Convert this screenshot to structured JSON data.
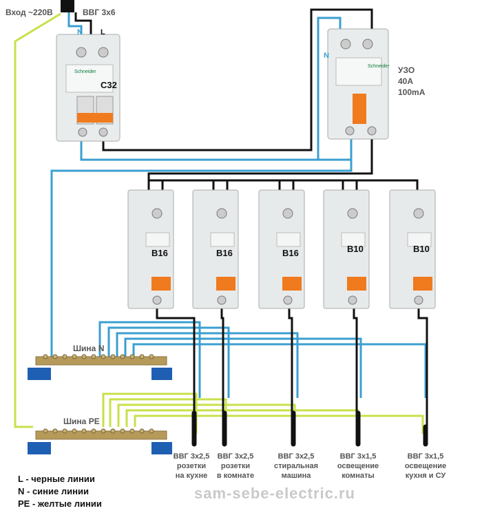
{
  "input": {
    "label": "Вход ~220В",
    "cable": "ВВГ 3x6",
    "n": "N",
    "l": "L"
  },
  "main_breaker": {
    "rating": "C32",
    "brand": "Schneider"
  },
  "rcd": {
    "n": "N",
    "name": "УЗО",
    "current": "40A",
    "leak": "100mA",
    "brand": "Schneider"
  },
  "breakers": [
    {
      "rating": "B16"
    },
    {
      "rating": "B16"
    },
    {
      "rating": "B16"
    },
    {
      "rating": "B10"
    },
    {
      "rating": "B10"
    }
  ],
  "buses": {
    "neutral": "Шина N",
    "pe": "Шина PE"
  },
  "outputs": [
    {
      "cable": "ВВГ 3x2,5",
      "line1": "розетки",
      "line2": "на кухне"
    },
    {
      "cable": "ВВГ 3x2,5",
      "line1": "розетки",
      "line2": "в комнате"
    },
    {
      "cable": "ВВГ 3x2,5",
      "line1": "стиральная",
      "line2": "машина"
    },
    {
      "cable": "ВВГ 3x1,5",
      "line1": "освещение",
      "line2": "комнаты"
    },
    {
      "cable": "ВВГ 3x1,5",
      "line1": "освещение",
      "line2": "кухня и СУ"
    }
  ],
  "legend": {
    "l": "L - черные линии",
    "n": "N - синие линии",
    "pe": "PE - желтые линии"
  },
  "watermark": "sam-sebe-electric.ru",
  "colors": {
    "phase": "#111111",
    "neutral": "#3a9fd0",
    "pe": "#c8e04a",
    "lever": "#f07a1e",
    "cap": "#1f5fb3"
  }
}
